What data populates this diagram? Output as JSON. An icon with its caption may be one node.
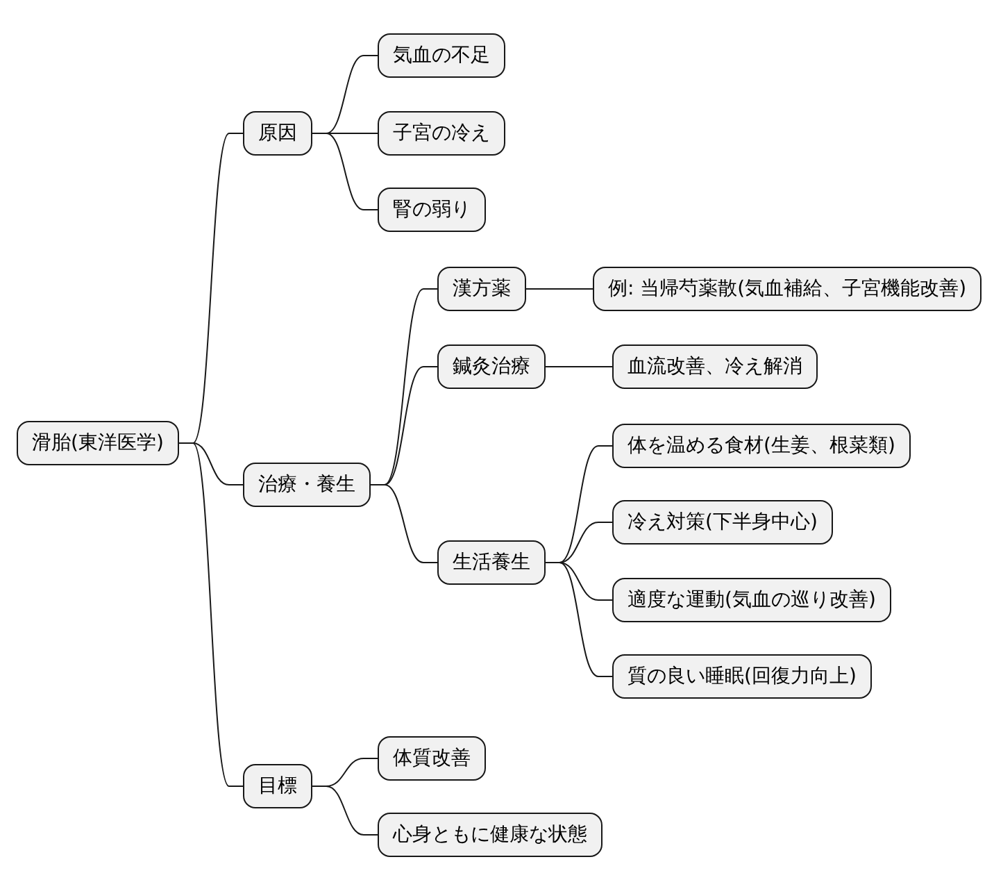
{
  "diagram": {
    "nodes": [
      {
        "text": [
          "滑胎(東洋医学)"
        ]
      },
      {
        "text": [
          "原因"
        ]
      },
      {
        "text": [
          "気血の不足"
        ]
      },
      {
        "text": [
          "子宮の冷え"
        ]
      },
      {
        "text": [
          "腎の弱り"
        ]
      },
      {
        "text": [
          "治療・養生"
        ]
      },
      {
        "text": [
          "漢方薬"
        ]
      },
      {
        "text": [
          "例: 当帰芍薬散(気血補給、子宮機能改善)"
        ]
      },
      {
        "text": [
          "鍼灸治療"
        ]
      },
      {
        "text": [
          "血流改善、冷え解消"
        ]
      },
      {
        "text": [
          "生活養生"
        ]
      },
      {
        "text": [
          "体を温める食材(生姜、根菜類)"
        ]
      },
      {
        "text": [
          "冷え対策(下半身中心)"
        ]
      },
      {
        "text": [
          "適度な運動(気血の巡り改善)"
        ]
      },
      {
        "text": [
          "質の良い睡眠(回復力向上)"
        ]
      },
      {
        "text": [
          "目標"
        ]
      },
      {
        "text": [
          "体質改善"
        ]
      },
      {
        "text": [
          "心身ともに健康な状態"
        ]
      }
    ],
    "edges": [
      {
        "from": 0,
        "to": 1,
        "arrow": "none"
      },
      {
        "from": 1,
        "to": 2,
        "arrow": "none"
      },
      {
        "from": 1,
        "to": 3,
        "arrow": "none"
      },
      {
        "from": 1,
        "to": 4,
        "arrow": "none"
      },
      {
        "from": 0,
        "to": 5,
        "arrow": "none"
      },
      {
        "from": 5,
        "to": 6,
        "arrow": "none"
      },
      {
        "from": 6,
        "to": 7,
        "arrow": "none"
      },
      {
        "from": 5,
        "to": 8,
        "arrow": "none"
      },
      {
        "from": 8,
        "to": 9,
        "arrow": "none"
      },
      {
        "from": 5,
        "to": 10,
        "arrow": "none"
      },
      {
        "from": 10,
        "to": 11,
        "arrow": "none"
      },
      {
        "from": 10,
        "to": 12,
        "arrow": "none"
      },
      {
        "from": 10,
        "to": 13,
        "arrow": "none"
      },
      {
        "from": 10,
        "to": 14,
        "arrow": "none"
      },
      {
        "from": 0,
        "to": 15,
        "arrow": "none"
      },
      {
        "from": 15,
        "to": 16,
        "arrow": "none"
      },
      {
        "from": 15,
        "to": 17,
        "arrow": "none"
      }
    ]
  }
}
